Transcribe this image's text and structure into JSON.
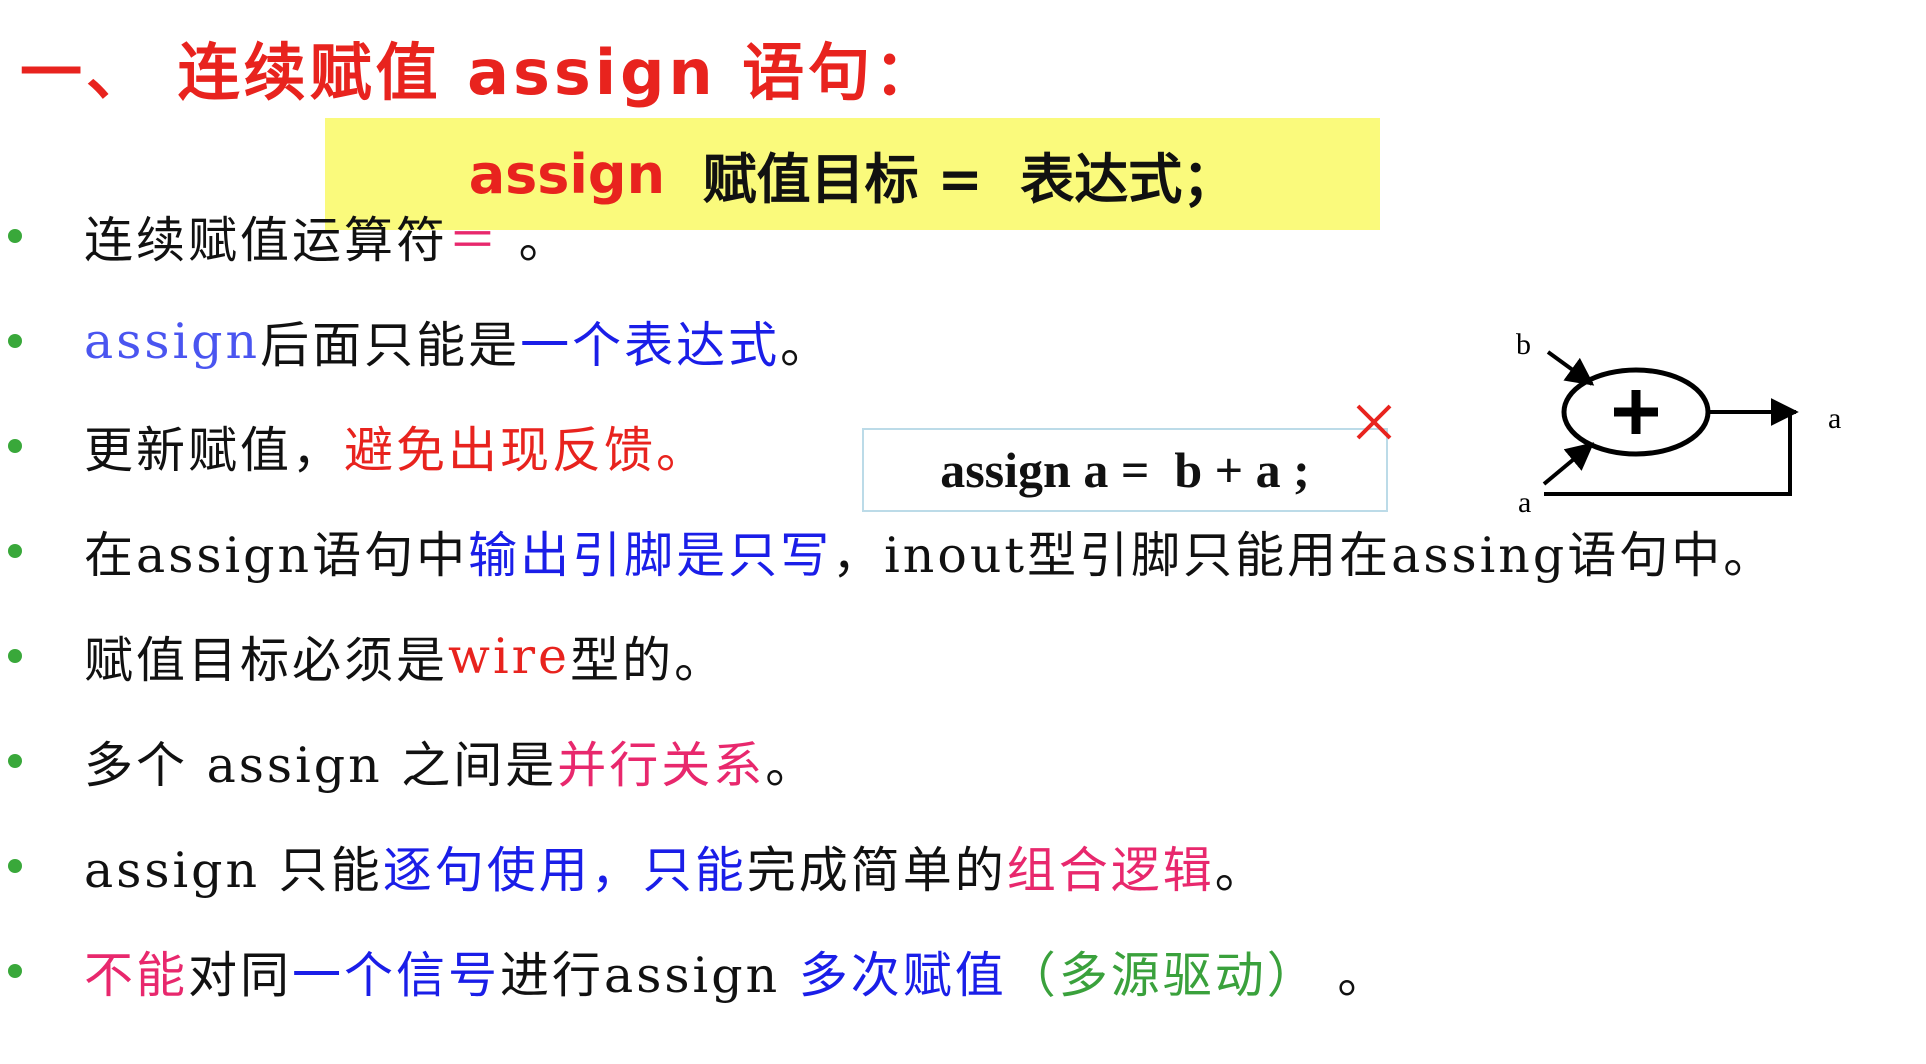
{
  "title": "一、 连续赋值 assign 语句：",
  "syntax": {
    "keyword": "assign",
    "rest": "  赋值目标 =  表达式；"
  },
  "bullets": [
    {
      "segments": [
        {
          "text": "连续赋值运算符",
          "color": "black"
        },
        {
          "text": "＝",
          "color": "pink"
        },
        {
          "text": " 。",
          "color": "black"
        }
      ]
    },
    {
      "segments": [
        {
          "text": "assign",
          "color": "lavender"
        },
        {
          "text": "后面只能是",
          "color": "black"
        },
        {
          "text": "一个表达式",
          "color": "blue"
        },
        {
          "text": "。",
          "color": "black"
        }
      ]
    },
    {
      "segments": [
        {
          "text": "更新赋值，",
          "color": "black"
        },
        {
          "text": "避免出现反馈。",
          "color": "red"
        }
      ]
    },
    {
      "segments": [
        {
          "text": "在assign语句中",
          "color": "black"
        },
        {
          "text": "输出引脚是只写",
          "color": "blue"
        },
        {
          "text": "，inout型引脚只能用在assing语句中。",
          "color": "black"
        }
      ]
    },
    {
      "segments": [
        {
          "text": "赋值目标必须是",
          "color": "black"
        },
        {
          "text": "wire",
          "color": "red"
        },
        {
          "text": "型的。",
          "color": "black"
        }
      ]
    },
    {
      "segments": [
        {
          "text": "多个 assign 之间是",
          "color": "black"
        },
        {
          "text": "并行关系",
          "color": "pink"
        },
        {
          "text": "。",
          "color": "black"
        }
      ]
    },
    {
      "segments": [
        {
          "text": "assign 只能",
          "color": "black"
        },
        {
          "text": "逐句使用，只能",
          "color": "blue"
        },
        {
          "text": "完成简单的",
          "color": "black"
        },
        {
          "text": "组合逻辑",
          "color": "pink"
        },
        {
          "text": "。",
          "color": "black"
        }
      ]
    },
    {
      "segments": [
        {
          "text": "不能",
          "color": "pink"
        },
        {
          "text": "对同",
          "color": "black"
        },
        {
          "text": "一个信号",
          "color": "blue"
        },
        {
          "text": "进行assign ",
          "color": "black"
        },
        {
          "text": "多次赋值",
          "color": "blue"
        },
        {
          "text": "（多源驱动）",
          "color": "green"
        },
        {
          "text": " 。",
          "color": "black"
        }
      ]
    }
  ],
  "code_example": "assign a =  b + a ;",
  "diagram": {
    "input_b": "b",
    "input_a": "a",
    "output": "a",
    "operator": "+"
  }
}
